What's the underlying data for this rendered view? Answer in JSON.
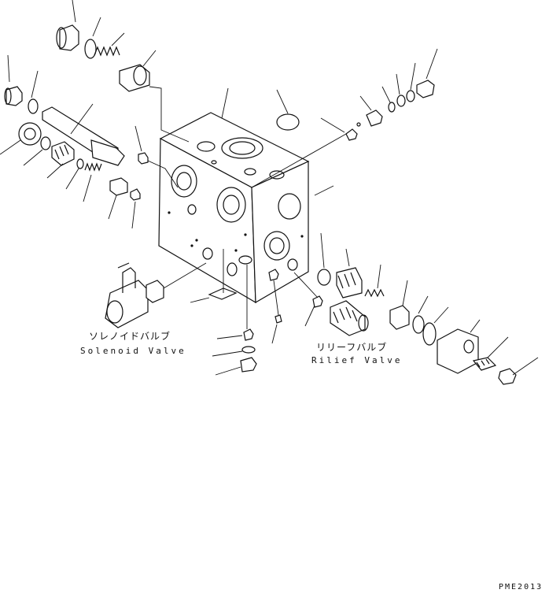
{
  "diagram": {
    "assemblies": [
      {
        "id": "solenoid-valve",
        "label_jp": "ソレノイドバルブ",
        "label_en": "Solenoid Valve"
      },
      {
        "id": "relief-valve",
        "label_jp": "リリーフバルブ",
        "label_en": "Rilief Valve"
      }
    ],
    "drawing_code": "PME2013"
  }
}
